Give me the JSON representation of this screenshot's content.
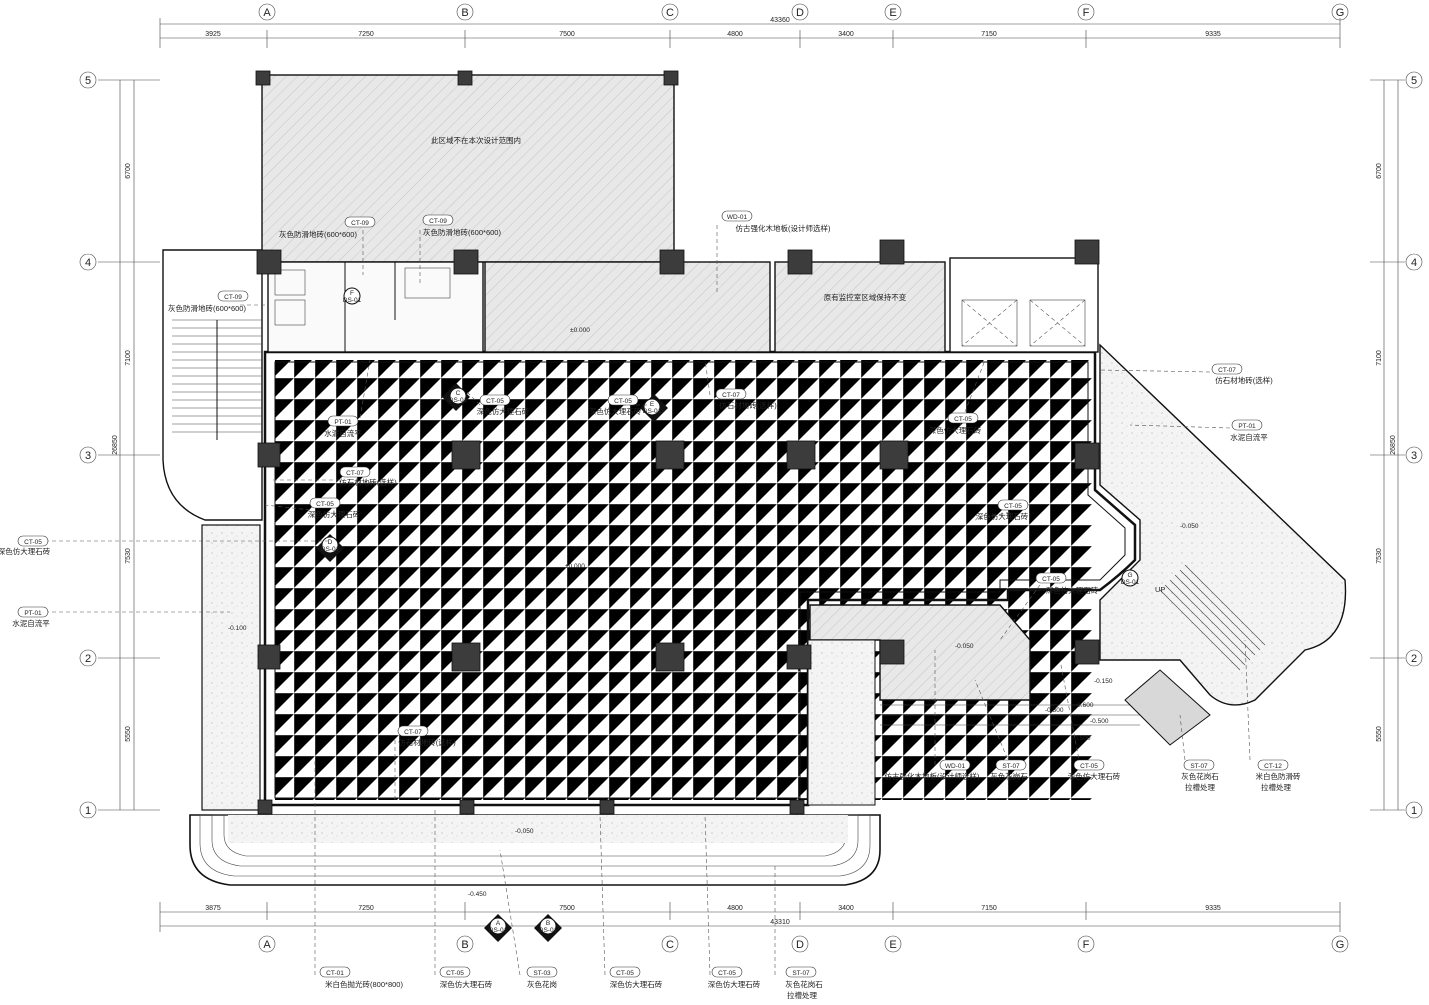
{
  "axes": {
    "columns": [
      "A",
      "B",
      "C",
      "D",
      "E",
      "F",
      "G"
    ],
    "rows": [
      "5",
      "4",
      "3",
      "2",
      "1"
    ]
  },
  "dimensions": {
    "top_total": "43360",
    "bottom_total": "43310",
    "top_segments": [
      "3925",
      "7250",
      "7500",
      "4800",
      "3400",
      "7150",
      "9335"
    ],
    "bottom_segments": [
      "3875",
      "7250",
      "7500",
      "4800",
      "3400",
      "7150",
      "9335"
    ],
    "side_segments": [
      "6700",
      "7100",
      "7530",
      "5550"
    ],
    "side_total": "26850"
  },
  "notes": {
    "out_of_scope": "此区域不在本次设计范围内",
    "existing_room": "原有监控室区域保持不变",
    "up": "UP"
  },
  "elevations": [
    "±0.000",
    "-0.050",
    "-0.100",
    "-0.150",
    "-0.300",
    "-0.450",
    "-0.500",
    "-0.600"
  ],
  "sections": [
    {
      "letter": "A",
      "sheet": "DS-01"
    },
    {
      "letter": "B",
      "sheet": "DS-01"
    },
    {
      "letter": "C",
      "sheet": "DS-01"
    },
    {
      "letter": "D",
      "sheet": "DS-01"
    },
    {
      "letter": "E",
      "sheet": "DS-01"
    },
    {
      "letter": "F",
      "sheet": "DS-01"
    },
    {
      "letter": "G",
      "sheet": "DS-01"
    }
  ],
  "tags": {
    "ct09_a": {
      "code": "CT-09",
      "text": "灰色防滑地砖(600*600)"
    },
    "ct09_b": {
      "code": "CT-09",
      "text": "灰色防滑地砖(600*600)"
    },
    "ct09_c": {
      "code": "CT-09",
      "text": "灰色防滑地砖(600*600)"
    },
    "md01_top": {
      "code": "WD-01",
      "text": "仿古强化木地板(设计师选样)"
    },
    "pt01_left": {
      "code": "PT-01",
      "text": "水泥自流平"
    },
    "ct05_c": {
      "code": "CT-05",
      "text": "深色仿大理石砖"
    },
    "ct05_e": {
      "code": "CT-05",
      "text": "深色仿大理石砖"
    },
    "ct07_mid": {
      "code": "CT-07",
      "text": "仿石材地砖(选样)"
    },
    "ct05_right": {
      "code": "CT-05",
      "text": "深色仿大理石砖"
    },
    "ct07_right": {
      "code": "CT-07",
      "text": "仿石材地砖(选样)"
    },
    "pt01_right": {
      "code": "PT-01",
      "text": "水泥自流平"
    },
    "ct07_left": {
      "code": "CT-07",
      "text": "仿石材地砖(选样)"
    },
    "ct05_left": {
      "code": "CT-05",
      "text": "深色仿大理石砖"
    },
    "ct05_outer": {
      "code": "CT-05",
      "text": "深色仿大理石砖"
    },
    "pt01_outer": {
      "code": "PT-01",
      "text": "水泥自流平"
    },
    "ct05_right2": {
      "code": "CT-05",
      "text": "深色仿大理石砖"
    },
    "ct05_stairs": {
      "code": "CT-05",
      "text": "深色仿大理石砖"
    },
    "ct07_low": {
      "code": "CT-07",
      "text": "仿石材地砖(选样)"
    },
    "md01_low": {
      "code": "WD-01",
      "text": "仿古强化木地板(设计师选样)"
    },
    "st07_a": {
      "code": "ST-07",
      "text": "灰色花岗石"
    },
    "ct05_low": {
      "code": "CT-05",
      "text": "深色仿大理石砖"
    },
    "st07_b": {
      "code": "ST-07",
      "text": "灰色花岗石",
      "text2": "拉槽处理"
    },
    "ct12": {
      "code": "CT-12",
      "text": "米白色防滑砖",
      "text2": "拉槽处理"
    },
    "ct01": {
      "code": "CT-01",
      "text": "米白色抛光砖(800*800)"
    },
    "ct05_b1": {
      "code": "CT-05",
      "text": "深色仿大理石砖"
    },
    "st03": {
      "code": "ST-03",
      "text": "灰色花岗"
    },
    "ct05_b2": {
      "code": "CT-05",
      "text": "深色仿大理石砖"
    },
    "ct05_b3": {
      "code": "CT-05",
      "text": "深色仿大理石砖"
    },
    "st07_c": {
      "code": "ST-07",
      "text": "灰色花岗石",
      "text2": "拉槽处理"
    }
  }
}
